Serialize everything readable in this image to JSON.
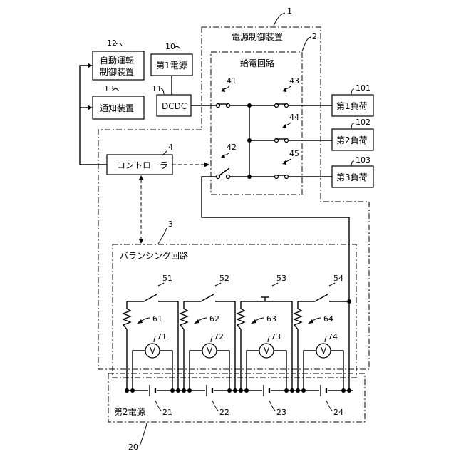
{
  "labels": {
    "power_control_device": "電源制御装置",
    "feed_circuit": "給電回路",
    "auto_driving_ctrl_l1": "自動運転",
    "auto_driving_ctrl_l2": "制御装置",
    "notify_device": "通知装置",
    "power1": "第1電源",
    "dcdc": "DCDC",
    "controller": "コントローラ",
    "load1": "第1負荷",
    "load2": "第2負荷",
    "load3": "第3負荷",
    "balancing_circuit": "バランシング回路",
    "power2": "第2電源",
    "volt_symbol": "V"
  },
  "refs": {
    "r1": "1",
    "r2": "2",
    "r3": "3",
    "r4": "4",
    "r10": "10",
    "r11": "11",
    "r12": "12",
    "r13": "13",
    "r20": "20",
    "r21": "21",
    "r22": "22",
    "r23": "23",
    "r24": "24",
    "r41": "41",
    "r42": "42",
    "r43": "43",
    "r44": "44",
    "r45": "45",
    "r51": "51",
    "r52": "52",
    "r53": "53",
    "r54": "54",
    "r61": "61",
    "r62": "62",
    "r63": "63",
    "r64": "64",
    "r71": "71",
    "r72": "72",
    "r73": "73",
    "r74": "74",
    "r101": "101",
    "r102": "102",
    "r103": "103"
  }
}
